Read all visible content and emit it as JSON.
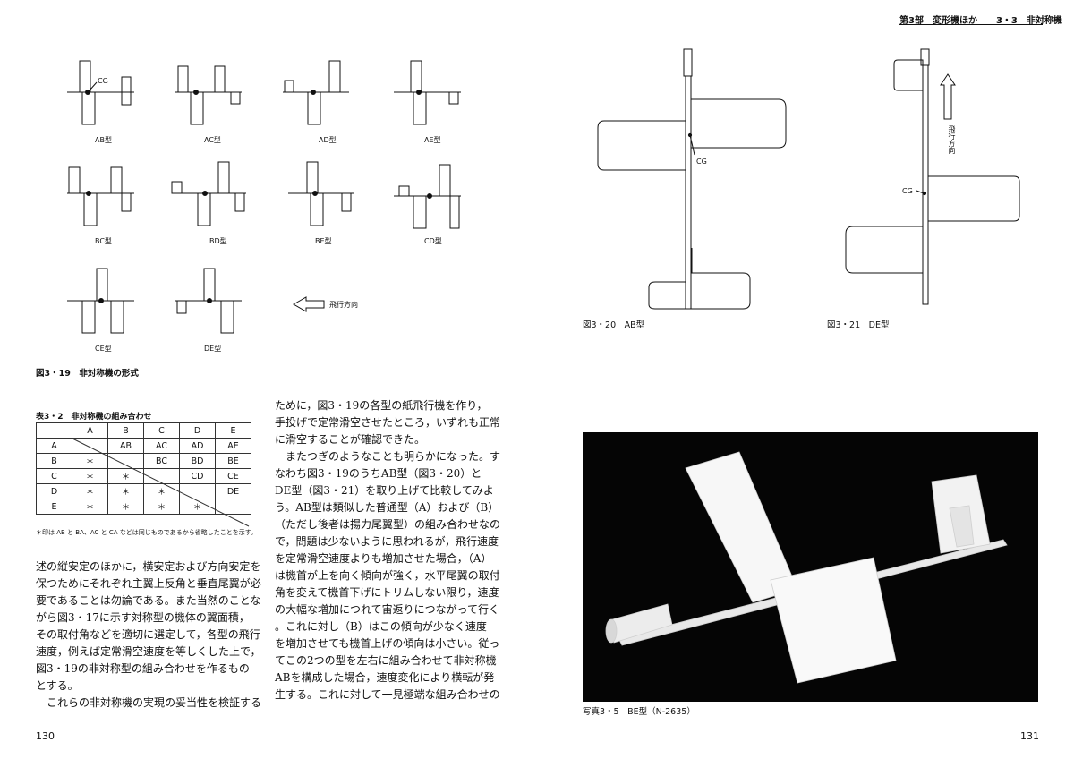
{
  "header": {
    "part": "第3部　変形機ほか",
    "section": "3・3　非対称機"
  },
  "fig319": {
    "cg_label": "CG",
    "diagrams": [
      "AB型",
      "AC型",
      "AD型",
      "AE型",
      "BC型",
      "BD型",
      "BE型",
      "CD型",
      "CE型",
      "DE型"
    ],
    "direction_label": "飛行方向",
    "caption": "図3・19　非対称機の形式"
  },
  "fig320": {
    "caption": "図3・20　AB型",
    "cg_label": "CG"
  },
  "fig321": {
    "caption": "図3・21　DE型",
    "cg_label": "CG",
    "direction_label": "飛行方向"
  },
  "table32": {
    "title": "表3・2　非対称機の組み合わせ",
    "headers": [
      "A",
      "B",
      "C",
      "D",
      "E"
    ],
    "rows": [
      [
        "A",
        "",
        "AB",
        "AC",
        "AD",
        "AE"
      ],
      [
        "B",
        "＊",
        "",
        "BC",
        "BD",
        "BE"
      ],
      [
        "C",
        "＊",
        "＊",
        "",
        "CD",
        "CE"
      ],
      [
        "D",
        "＊",
        "＊",
        "＊",
        "",
        "DE"
      ],
      [
        "E",
        "＊",
        "＊",
        "＊",
        "＊",
        ""
      ]
    ],
    "note": "＊印は AB と BA、AC と CA などは同じものであるから省略したことを示す。"
  },
  "text_left": [
    "述の縦安定のほかに，横安定および方向安定を",
    "保つためにそれぞれ主翼上反角と垂直尾翼が必",
    "要であることは勿論である。また当然のことな",
    "がら図3・17に示す対称型の機体の翼面積，",
    "その取付角などを適切に選定して，各型の飛行",
    "速度，例えば定常滑空速度を等しくした上で，",
    "図3・19の非対称型の組み合わせを作るもの",
    "とする。",
    "　これらの非対称機の実現の妥当性を検証する"
  ],
  "text_mid": [
    "ために，図3・19の各型の紙飛行機を作り，",
    "手投げで定常滑空させたところ，いずれも正常",
    "に滑空することが確認できた。",
    "　またつぎのようなことも明らかになった。す",
    "なわち図3・19のうちAB型（図3・20）と",
    "DE型（図3・21）を取り上げて比較してみよ",
    "う。AB型は類似した普通型（A）および（B）",
    "（ただし後者は揚力尾翼型）の組み合わせなの",
    "で，問題は少ないように思われるが，飛行速度",
    "を定常滑空速度よりも増加させた場合，（A）",
    "は機首が上を向く傾向が強く，水平尾翼の取付",
    "角を変えて機首下げにトリムしない限り，速度",
    "の大幅な増加につれて宙返りにつながって行く",
    "。これに対し（B）はこの傾向が少なく速度",
    "を増加させても機首上げの傾向は小さい。従っ",
    "てこの2つの型を左右に組み合わせて非対称機",
    "ABを構成した場合，速度変化により横転が発",
    "生する。これに対して一見極端な組み合わせの"
  ],
  "photo35": {
    "caption": "写真3・5　BE型（N-2635）"
  },
  "page_left": "130",
  "page_right": "131"
}
